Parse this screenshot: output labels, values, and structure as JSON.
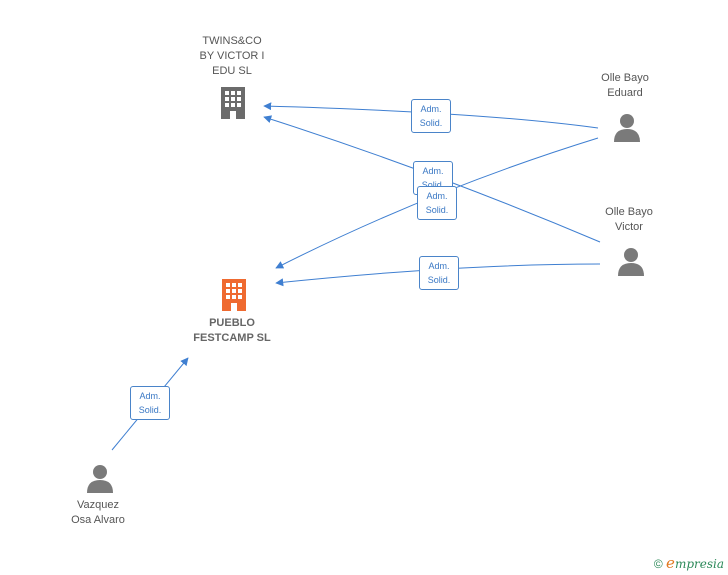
{
  "colors": {
    "edge": "#3f7fd1",
    "company_gray": "#6b6b6b",
    "company_main": "#ef6a30",
    "person": "#7a7a7a"
  },
  "nodes": {
    "twins": {
      "label": "TWINS&CO\nBY VICTOR I\nEDU  SL",
      "icon": "building-icon"
    },
    "pueblo": {
      "label": "PUEBLO\nFESTCAMP  SL",
      "icon": "building-icon"
    },
    "eduard": {
      "label": "Olle Bayo\nEduard",
      "icon": "person-icon"
    },
    "victor": {
      "label": "Olle Bayo\nVictor",
      "icon": "person-icon"
    },
    "alvaro": {
      "label": "Vazquez\nOsa Alvaro",
      "icon": "person-icon"
    }
  },
  "edges": [
    {
      "line1": "Adm.",
      "line2": "Solid."
    },
    {
      "line1": "Adm.",
      "line2": "Solid."
    },
    {
      "line1": "Adm.",
      "line2": "Solid."
    },
    {
      "line1": "Adm.",
      "line2": "Solid."
    },
    {
      "line1": "Adm.",
      "line2": "Solid."
    }
  ],
  "footer": {
    "symbol": "©",
    "brand_initial": "e",
    "brand_rest": "mpresia"
  }
}
